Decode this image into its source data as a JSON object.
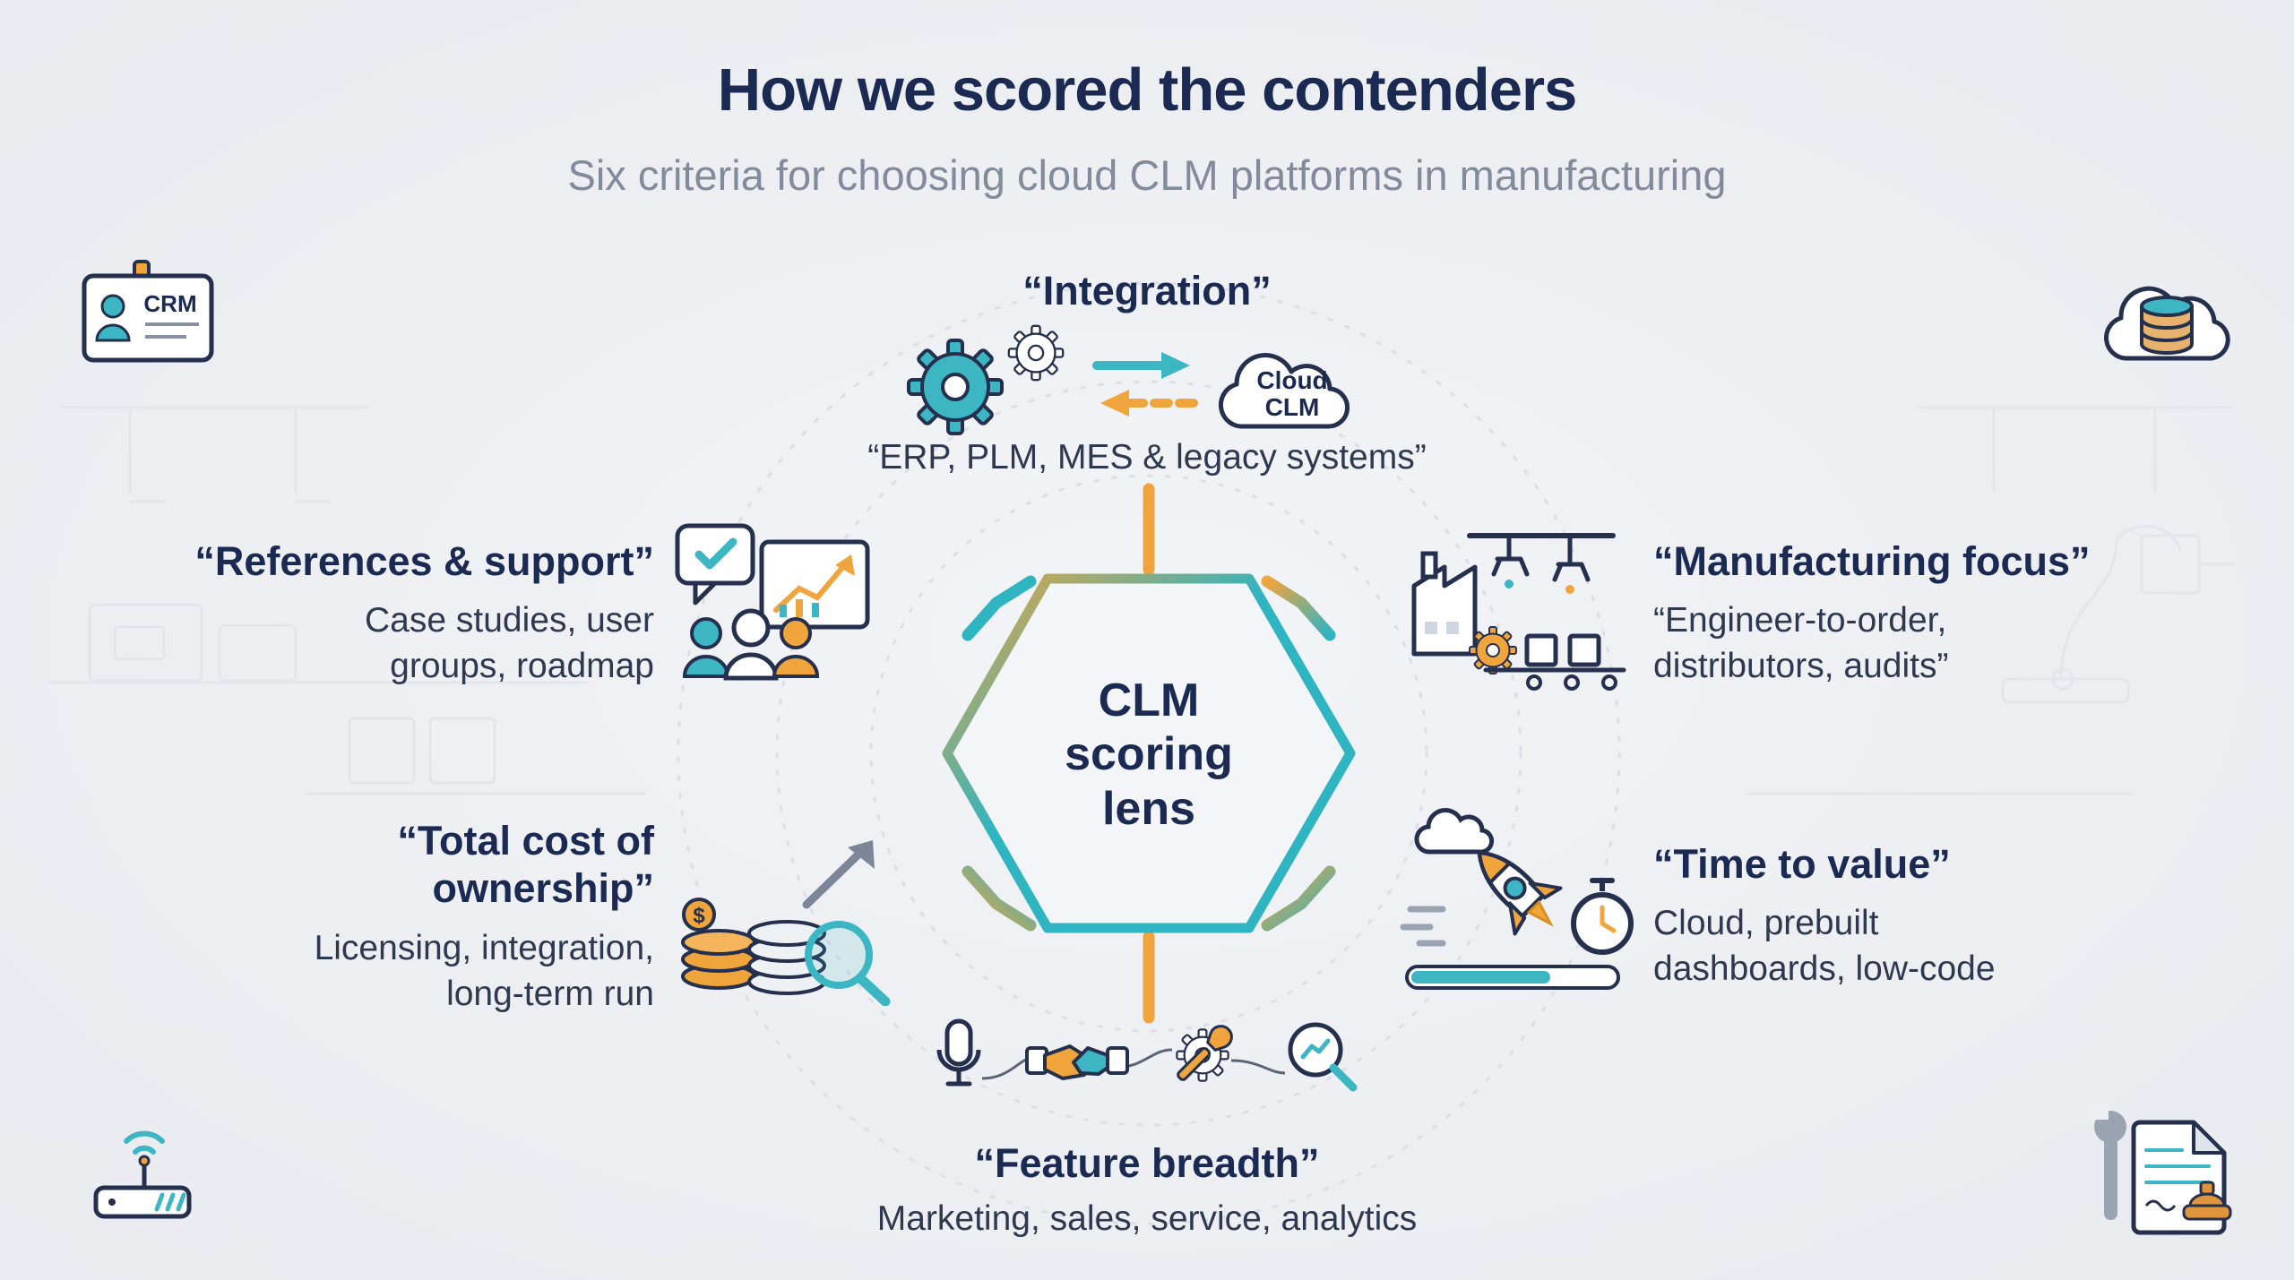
{
  "header": {
    "title": "How we scored the contenders",
    "subtitle": "Six criteria for choosing cloud CLM platforms in manufacturing"
  },
  "center": {
    "label": "CLM\nscoring\nlens"
  },
  "criteria": {
    "integration": {
      "title": "“Integration”",
      "caption": "“ERP, PLM, MES & legacy systems”",
      "cloud_label": "Cloud\nCLM"
    },
    "references": {
      "title": "“References & support”",
      "caption": "Case studies, user groups, roadmap"
    },
    "manufacturing": {
      "title": "“Manufacturing focus”",
      "caption": "“Engineer-to-order, distributors, audits”"
    },
    "total_cost": {
      "title": "“Total cost of ownership”",
      "caption": "Licensing, integration, long-term run",
      "coin_symbol": "$"
    },
    "time_to_value": {
      "title": "“Time to value”",
      "caption": "Cloud, prebuilt dashboards, low-code"
    },
    "feature_breadth": {
      "title": "“Feature breadth”",
      "caption": "Marketing, sales, service, analytics"
    }
  },
  "corners": {
    "crm_card_label": "CRM"
  },
  "colors": {
    "teal": "#2fb4c2",
    "orange": "#f0a43c",
    "navy": "#1a2a52",
    "caption_text": "#2e3950",
    "subtitle_text": "#828b9b"
  }
}
